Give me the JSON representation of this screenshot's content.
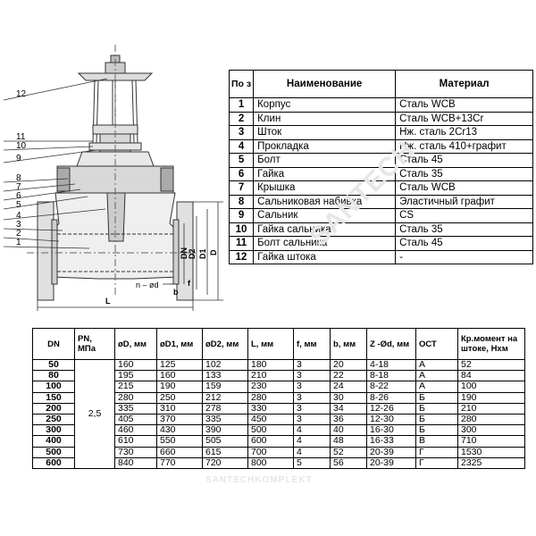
{
  "parts_table": {
    "headers": [
      "По з",
      "Наименование",
      "Материал"
    ],
    "rows": [
      {
        "no": "1",
        "name": "Корпус",
        "material": "Сталь WCB"
      },
      {
        "no": "2",
        "name": "Клин",
        "material": "Сталь WCB+13Cr"
      },
      {
        "no": "3",
        "name": "Шток",
        "material": "Нж. сталь 2Cr13"
      },
      {
        "no": "4",
        "name": "Прокладка",
        "material": "Нж. сталь 410+графит"
      },
      {
        "no": "5",
        "name": "Болт",
        "material": "Сталь 45"
      },
      {
        "no": "6",
        "name": "Гайка",
        "material": "Сталь 35"
      },
      {
        "no": "7",
        "name": "Крышка",
        "material": "Сталь WCB"
      },
      {
        "no": "8",
        "name": "Сальниковая набивка",
        "material": "Эластичный графит"
      },
      {
        "no": "9",
        "name": "Сальник",
        "material": "CS"
      },
      {
        "no": "10",
        "name": "Гайка сальника",
        "material": "Сталь 35"
      },
      {
        "no": "11",
        "name": "Болт сальника",
        "material": "Сталь 45"
      },
      {
        "no": "12",
        "name": "Гайка штока",
        "material": "-"
      }
    ]
  },
  "dims_table": {
    "headers": [
      "DN",
      "PN, МПа",
      "øD, мм",
      "øD1, мм",
      "øD2, мм",
      "L, мм",
      "f, мм",
      "b, мм",
      "Z -Ød, мм",
      "ОСТ",
      "Кр.момент на штоке, Нхм"
    ],
    "pn_value": "2,5",
    "rows": [
      [
        "50",
        "160",
        "125",
        "102",
        "180",
        "3",
        "20",
        "4-18",
        "А",
        "52"
      ],
      [
        "80",
        "195",
        "160",
        "133",
        "210",
        "3",
        "22",
        "8-18",
        "А",
        "84"
      ],
      [
        "100",
        "215",
        "190",
        "159",
        "230",
        "3",
        "24",
        "8-22",
        "А",
        "100"
      ],
      [
        "150",
        "280",
        "250",
        "212",
        "280",
        "3",
        "30",
        "8-26",
        "Б",
        "190"
      ],
      [
        "200",
        "335",
        "310",
        "278",
        "330",
        "3",
        "34",
        "12-26",
        "Б",
        "210"
      ],
      [
        "250",
        "405",
        "370",
        "335",
        "450",
        "3",
        "36",
        "12-30",
        "Б",
        "280"
      ],
      [
        "300",
        "460",
        "430",
        "390",
        "500",
        "4",
        "40",
        "16-30",
        "Б",
        "300"
      ],
      [
        "400",
        "610",
        "550",
        "505",
        "600",
        "4",
        "48",
        "16-33",
        "В",
        "710"
      ],
      [
        "500",
        "730",
        "660",
        "615",
        "700",
        "4",
        "52",
        "20-39",
        "Г",
        "1530"
      ],
      [
        "600",
        "840",
        "770",
        "720",
        "800",
        "5",
        "56",
        "20-39",
        "Г",
        "2325"
      ]
    ]
  },
  "drawing": {
    "callouts": [
      "12",
      "11",
      "10",
      "9",
      "8",
      "7",
      "6",
      "5",
      "4",
      "3",
      "2",
      "1"
    ],
    "dim_labels": {
      "DN": "DN",
      "D2": "D2",
      "D1": "D1",
      "D": "D",
      "L": "L",
      "b": "b",
      "f": "f",
      "nd": "n – ød"
    }
  },
  "watermarks": [
    "SANTECH",
    "SANTECHKOMPLEKT"
  ]
}
